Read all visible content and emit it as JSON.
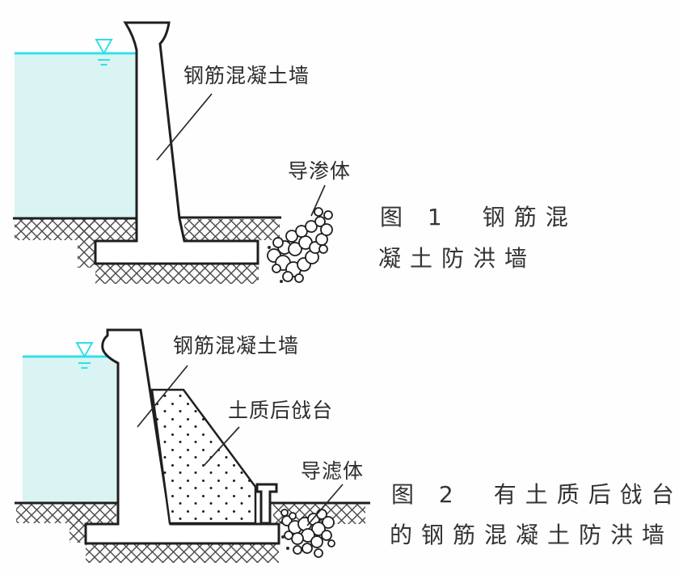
{
  "colors": {
    "line": "#1f1f1f",
    "water_fill": "#d9f4f2",
    "water_accent": "#2fdfe8",
    "text": "#333333"
  },
  "figure1": {
    "labels": {
      "wall": "钢筋混凝土墙",
      "drain": "导渗体"
    },
    "caption_line1": "图 1　钢筋混",
    "caption_line2": "凝土防洪墙"
  },
  "figure2": {
    "labels": {
      "wall": "钢筋混凝土墙",
      "berm": "土质后戗台",
      "filter": "导滤体"
    },
    "caption_line1": "图 2　有土质后戗台",
    "caption_line2": "的钢筋混凝土防洪墙"
  }
}
